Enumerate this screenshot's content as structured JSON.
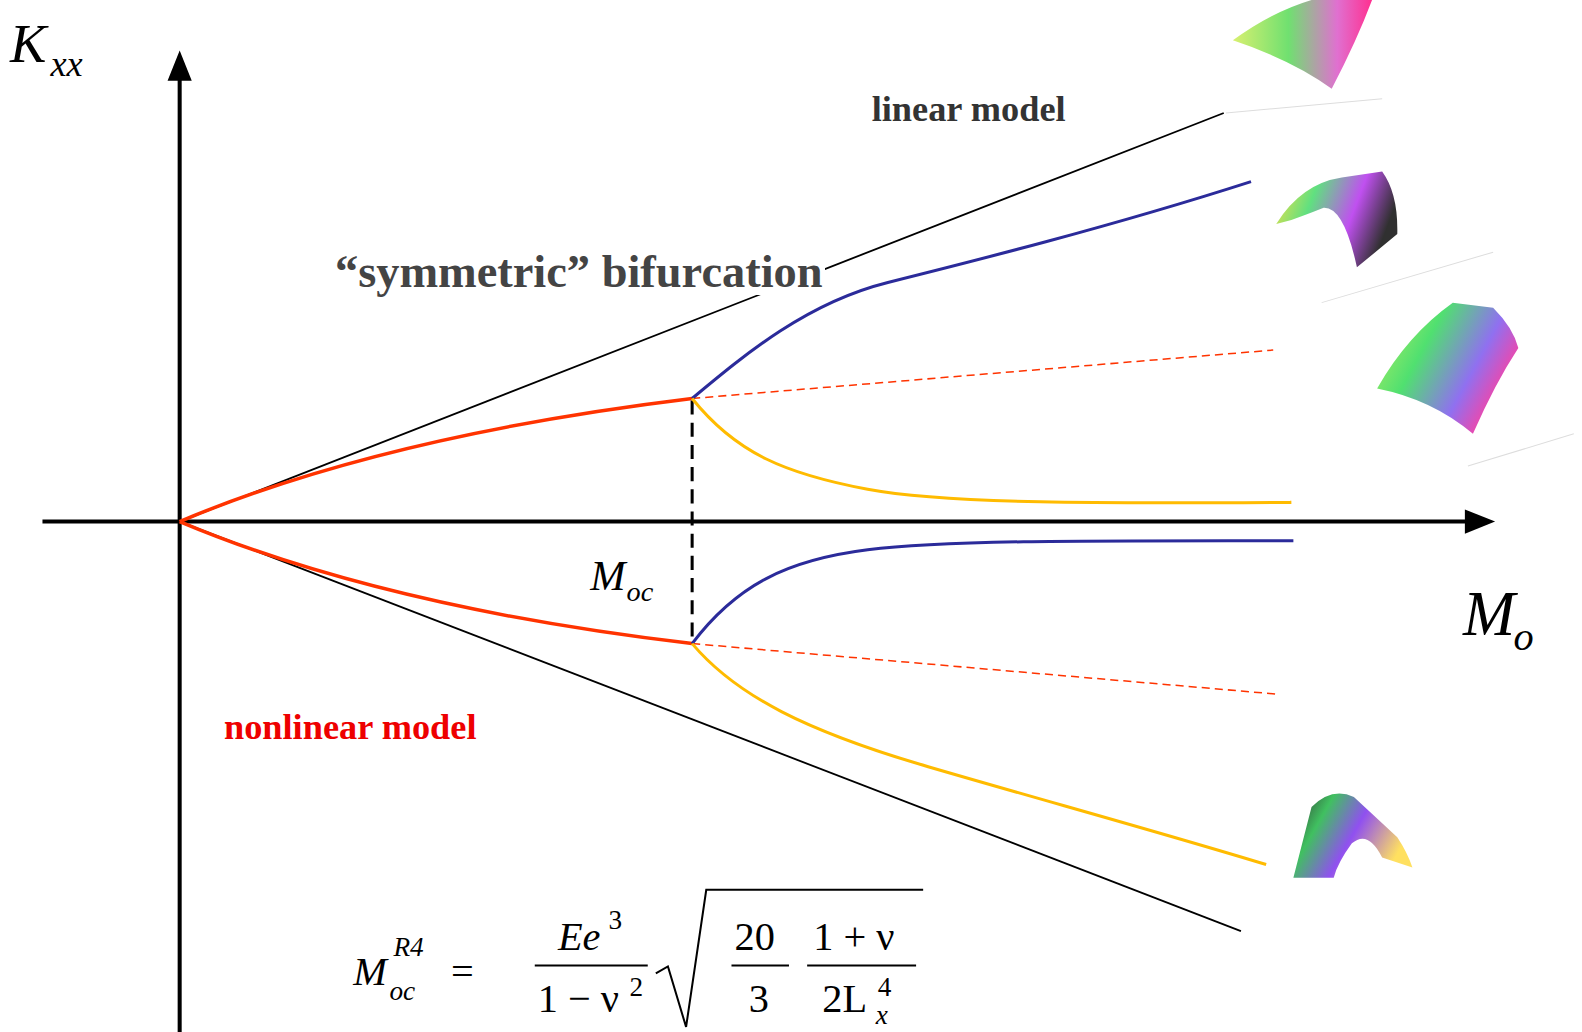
{
  "diagram": {
    "labels": [
      "K",
      "xx",
      "linear model",
      "“symmetric” bifurcation",
      "nonlinear model",
      "M",
      "oc",
      "M",
      "o",
      "M",
      "oc",
      "R4",
      "=",
      "Ee",
      "3",
      "1 − ν",
      "2",
      "20",
      "3",
      "1 + ν",
      "2L",
      "4",
      "x"
    ]
  }
}
